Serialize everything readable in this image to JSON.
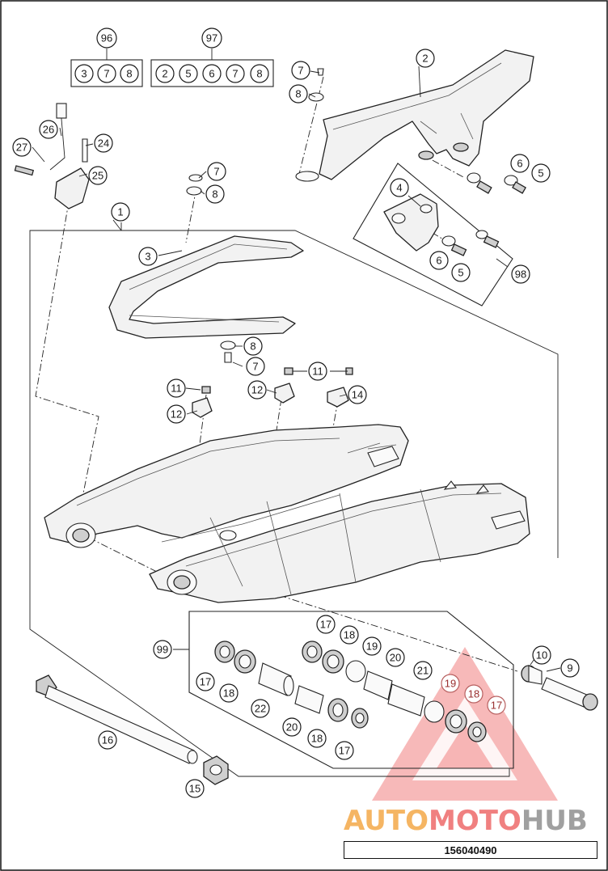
{
  "diagram": {
    "document_number": "156040490",
    "watermark": {
      "text_auto": "AUTO",
      "text_moto": "MOTO",
      "text_hub": "HUB",
      "color_auto": "#f5b563",
      "color_moto": "#f08080",
      "color_hub": "#a0a0a0",
      "triangle_color": "#f08080"
    },
    "kits": {
      "k96": {
        "label": "96",
        "items": [
          "3",
          "7",
          "8"
        ]
      },
      "k97": {
        "label": "97",
        "items": [
          "2",
          "5",
          "6",
          "7",
          "8"
        ]
      }
    },
    "callouts": {
      "c1": "1",
      "c2": "2",
      "c3": "3",
      "c4": "4",
      "c5a": "5",
      "c5b": "5",
      "c6a": "6",
      "c6b": "6",
      "c7a": "7",
      "c7b": "7",
      "c7c": "7",
      "c8a": "8",
      "c8b": "8",
      "c8c": "8",
      "c9": "9",
      "c10": "10",
      "c11a": "11",
      "c11b": "11",
      "c11c": "11",
      "c12a": "12",
      "c12b": "12",
      "c14": "14",
      "c15": "15",
      "c16": "16",
      "c17a": "17",
      "c17b": "17",
      "c17c": "17",
      "c17d": "17",
      "c18a": "18",
      "c18b": "18",
      "c18c": "18",
      "c18d": "18",
      "c19a": "19",
      "c19b": "19",
      "c20a": "20",
      "c20b": "20",
      "c21": "21",
      "c22": "22",
      "c24": "24",
      "c25": "25",
      "c26": "26",
      "c27": "27",
      "c98": "98",
      "c99": "99"
    }
  }
}
